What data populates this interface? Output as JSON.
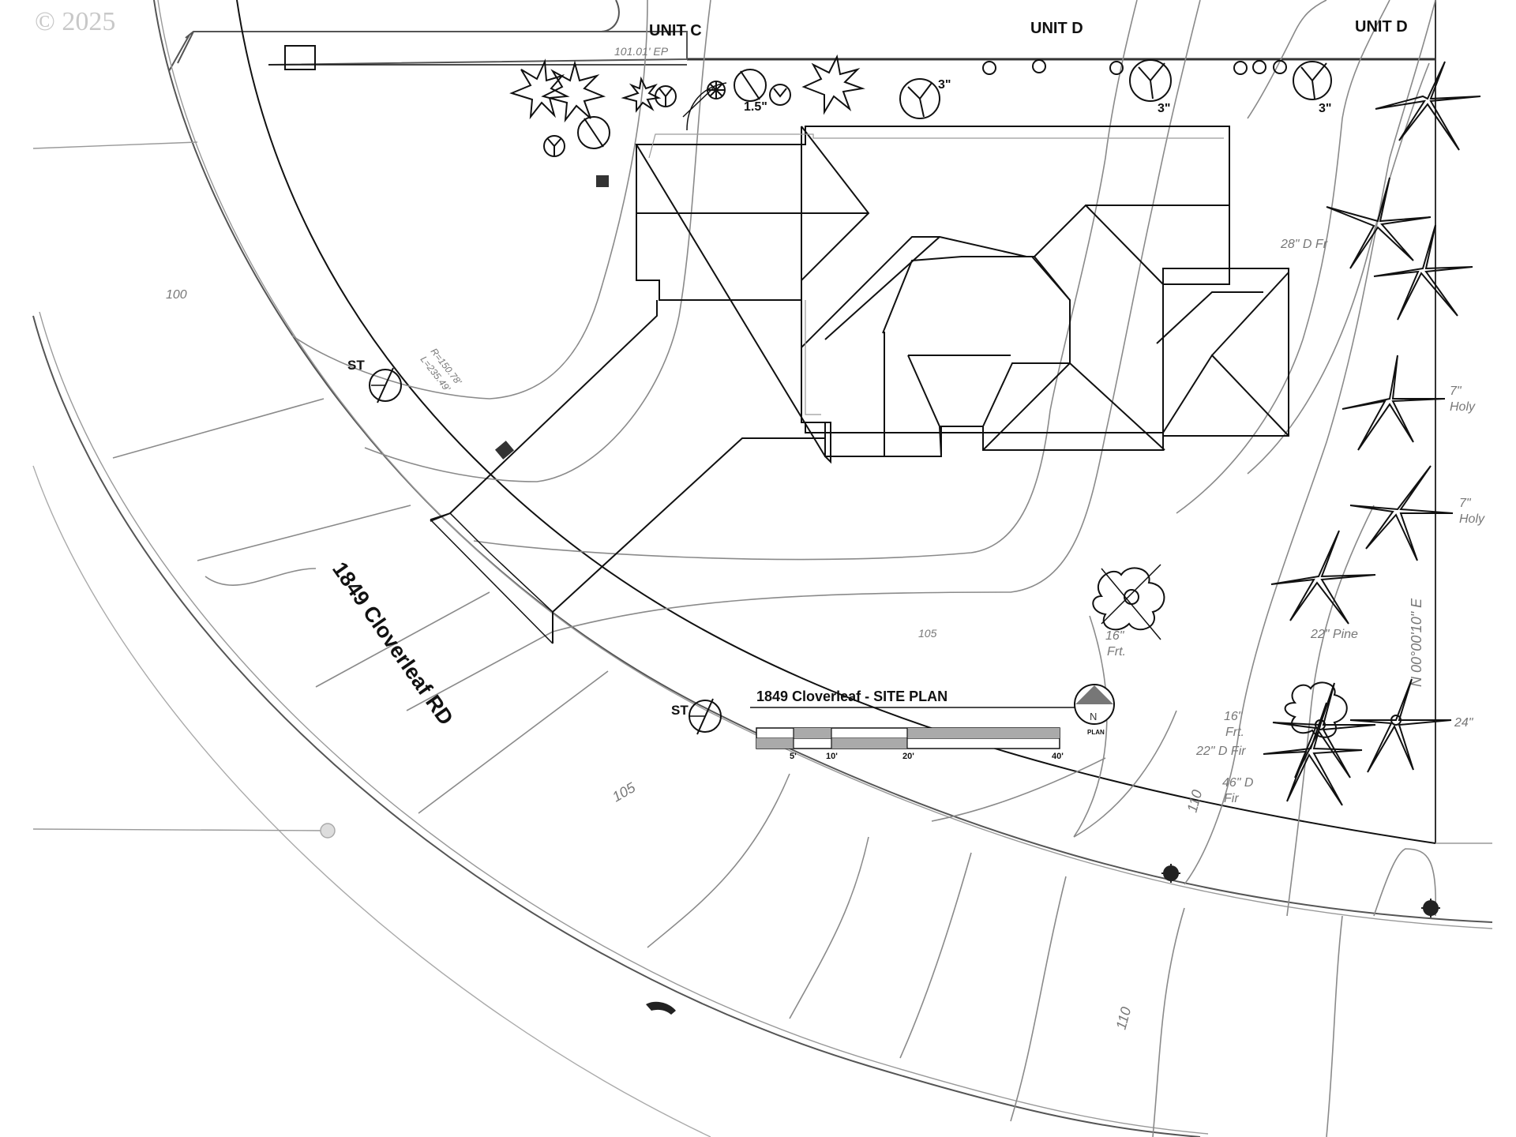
{
  "watermark": "© 2025",
  "units": {
    "c": "UNIT C",
    "d1": "UNIT D",
    "d2": "UNIT D"
  },
  "ep_label": "101.01' EP",
  "curve_labels": {
    "r": "R=150.78'",
    "l": "L=235.49'"
  },
  "road_name": "1849 Cloverleaf  RD",
  "st_labels": [
    "ST",
    "ST"
  ],
  "contours": {
    "c100": "100",
    "c105a": "105",
    "c105b": "105",
    "c110a": "110",
    "c110b": "110"
  },
  "bearing": "N 00°00'10\" E",
  "tree_labels": {
    "t1": "3\"",
    "t2": "1.5\"",
    "t3": "3\"",
    "t4": "3\"",
    "t5": "28\" D Fr",
    "t6": "7\"",
    "t6b": "Holy",
    "t7": "7\"",
    "t7b": "Holy",
    "t8": "22\" Pine",
    "t9": "16\"",
    "t9b": "Frt.",
    "t10": "16\"",
    "t10b": "Frt.",
    "t11": "22\" D Fir",
    "t12": "46\" D",
    "t12b": "Fir",
    "t13": "24\""
  },
  "site_plan": {
    "title": "1849 Cloverleaf - SITE PLAN",
    "scale_ticks": [
      "5'",
      "10'",
      "20'",
      "40'"
    ],
    "north_letter": "N",
    "north_caption": "PLAN"
  }
}
